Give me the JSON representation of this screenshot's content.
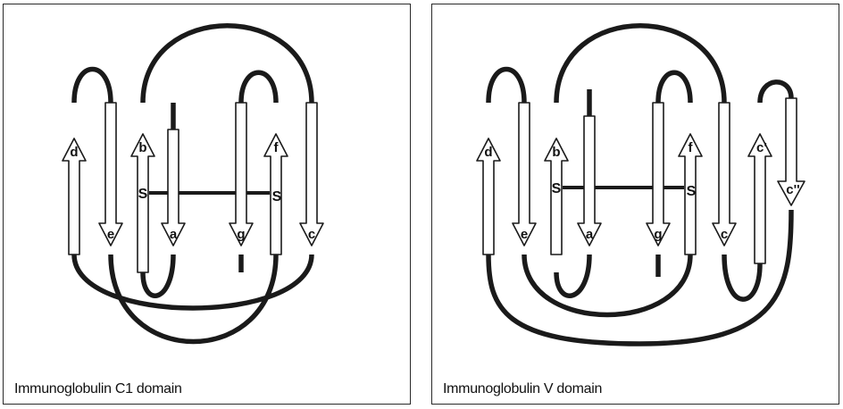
{
  "panels": [
    {
      "caption": "Immunoglobulin C1 domain",
      "strand_labels": {
        "d": "d",
        "e": "e",
        "b": "b",
        "a": "a",
        "g": "g",
        "f": "f",
        "c": "c"
      },
      "disulfide_labels": {
        "left": "S",
        "right": "S"
      }
    },
    {
      "caption": "Immunoglobulin V domain",
      "strand_labels": {
        "d": "d",
        "e": "e",
        "b": "b",
        "a": "a",
        "g": "g",
        "f": "f",
        "c": "c",
        "c_prime": "c'",
        "c_double_prime": "c''"
      },
      "disulfide_labels": {
        "left": "S",
        "right": "S"
      }
    }
  ]
}
